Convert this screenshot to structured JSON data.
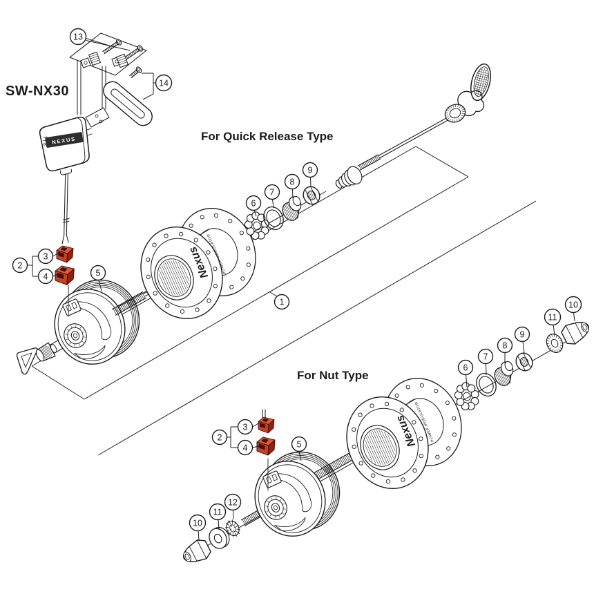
{
  "diagram": {
    "model_label": "SW-NX30",
    "sections": {
      "quick_release_title": "For Quick Release Type",
      "nut_title": "For Nut Type"
    },
    "brand": {
      "switch": "NEXUS",
      "hub": "Nexus",
      "hub_sub": "POWER MODULATOR"
    }
  },
  "callouts": {
    "c1": "1",
    "c2": "2",
    "c3": "3",
    "c4": "4",
    "c5": "5",
    "c6": "6",
    "c7": "7",
    "c8": "8",
    "c9": "9",
    "c10": "10",
    "c11": "11",
    "c12": "12",
    "c13": "13",
    "c14": "14"
  },
  "colors": {
    "line": "#1b1b1b",
    "background": "#ffffff",
    "connector_top": "#df5a3a",
    "connector_front": "#c64128",
    "connector_side": "#8c2313",
    "connector_outline": "#451005"
  }
}
